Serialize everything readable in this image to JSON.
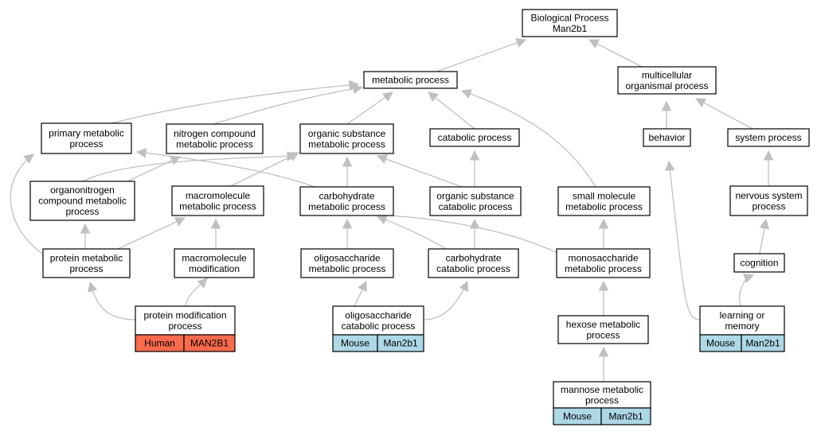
{
  "colors": {
    "human": "#fa6a4c",
    "model": "#add8e6",
    "edge": "#c0c0c0",
    "box_border": "#000000"
  },
  "nodes": [
    {
      "id": "bp",
      "lines": [
        "Biological Process",
        "Man2b1"
      ]
    },
    {
      "id": "metabolic",
      "lines": [
        "metabolic process"
      ]
    },
    {
      "id": "multicellular",
      "lines": [
        "multicellular",
        "organismal process"
      ]
    },
    {
      "id": "primary",
      "lines": [
        "primary metabolic",
        "process"
      ]
    },
    {
      "id": "nitrogen",
      "lines": [
        "nitrogen compound",
        "metabolic process"
      ]
    },
    {
      "id": "organic_sub",
      "lines": [
        "organic substance",
        "metabolic process"
      ]
    },
    {
      "id": "catabolic",
      "lines": [
        "catabolic process"
      ]
    },
    {
      "id": "behavior",
      "lines": [
        "behavior"
      ]
    },
    {
      "id": "system",
      "lines": [
        "system process"
      ]
    },
    {
      "id": "organonitrogen",
      "lines": [
        "organonitrogen",
        "compound metabolic",
        "process"
      ]
    },
    {
      "id": "macromolecule",
      "lines": [
        "macromolecule",
        "metabolic process"
      ]
    },
    {
      "id": "carbohydrate",
      "lines": [
        "carbohydrate",
        "metabolic process"
      ]
    },
    {
      "id": "organic_cat",
      "lines": [
        "organic substance",
        "catabolic process"
      ]
    },
    {
      "id": "small_mol",
      "lines": [
        "small molecule",
        "metabolic process"
      ]
    },
    {
      "id": "nervous",
      "lines": [
        "nervous system",
        "process"
      ]
    },
    {
      "id": "protein_met",
      "lines": [
        "protein metabolic",
        "process"
      ]
    },
    {
      "id": "macro_mod",
      "lines": [
        "macromolecule",
        "modification"
      ]
    },
    {
      "id": "oligo_met",
      "lines": [
        "oligosaccharide",
        "metabolic process"
      ]
    },
    {
      "id": "carb_cat",
      "lines": [
        "carbohydrate",
        "catabolic process"
      ]
    },
    {
      "id": "mono",
      "lines": [
        "monosaccharide",
        "metabolic process"
      ]
    },
    {
      "id": "cognition",
      "lines": [
        "cognition"
      ]
    },
    {
      "id": "protein_mod",
      "lines": [
        "protein modification",
        "process"
      ],
      "annotation": {
        "species": "Human",
        "gene": "MAN2B1",
        "color_key": "human"
      }
    },
    {
      "id": "oligo_cat",
      "lines": [
        "oligosaccharide",
        "catabolic process"
      ],
      "annotation": {
        "species": "Mouse",
        "gene": "Man2b1",
        "color_key": "model"
      }
    },
    {
      "id": "hexose",
      "lines": [
        "hexose metabolic",
        "process"
      ]
    },
    {
      "id": "learning",
      "lines": [
        "learning or",
        "memory"
      ],
      "annotation": {
        "species": "Mouse",
        "gene": "Man2b1",
        "color_key": "model"
      }
    },
    {
      "id": "mannose",
      "lines": [
        "mannose metabolic",
        "process"
      ],
      "annotation": {
        "species": "Mouse",
        "gene": "Man2b1",
        "color_key": "model"
      }
    }
  ],
  "edges": [
    {
      "from": "metabolic",
      "to": "bp"
    },
    {
      "from": "multicellular",
      "to": "bp"
    },
    {
      "from": "primary",
      "to": "metabolic"
    },
    {
      "from": "nitrogen",
      "to": "metabolic"
    },
    {
      "from": "organic_sub",
      "to": "metabolic"
    },
    {
      "from": "catabolic",
      "to": "metabolic"
    },
    {
      "from": "small_mol",
      "to": "metabolic"
    },
    {
      "from": "behavior",
      "to": "multicellular"
    },
    {
      "from": "system",
      "to": "multicellular"
    },
    {
      "from": "organonitrogen",
      "to": "nitrogen"
    },
    {
      "from": "organonitrogen",
      "to": "organic_sub"
    },
    {
      "from": "macromolecule",
      "to": "organic_sub"
    },
    {
      "from": "carbohydrate",
      "to": "organic_sub"
    },
    {
      "from": "carbohydrate",
      "to": "primary"
    },
    {
      "from": "organic_cat",
      "to": "organic_sub"
    },
    {
      "from": "organic_cat",
      "to": "catabolic"
    },
    {
      "from": "nervous",
      "to": "system"
    },
    {
      "from": "protein_met",
      "to": "organonitrogen"
    },
    {
      "from": "protein_met",
      "to": "macromolecule"
    },
    {
      "from": "protein_met",
      "to": "primary"
    },
    {
      "from": "macro_mod",
      "to": "macromolecule"
    },
    {
      "from": "oligo_met",
      "to": "carbohydrate"
    },
    {
      "from": "carb_cat",
      "to": "carbohydrate"
    },
    {
      "from": "carb_cat",
      "to": "organic_cat"
    },
    {
      "from": "mono",
      "to": "carbohydrate"
    },
    {
      "from": "mono",
      "to": "small_mol"
    },
    {
      "from": "cognition",
      "to": "nervous"
    },
    {
      "from": "protein_mod",
      "to": "protein_met"
    },
    {
      "from": "protein_mod",
      "to": "macro_mod"
    },
    {
      "from": "oligo_cat",
      "to": "oligo_met"
    },
    {
      "from": "oligo_cat",
      "to": "carb_cat"
    },
    {
      "from": "hexose",
      "to": "mono"
    },
    {
      "from": "learning",
      "to": "cognition"
    },
    {
      "from": "learning",
      "to": "behavior"
    },
    {
      "from": "mannose",
      "to": "hexose"
    }
  ]
}
